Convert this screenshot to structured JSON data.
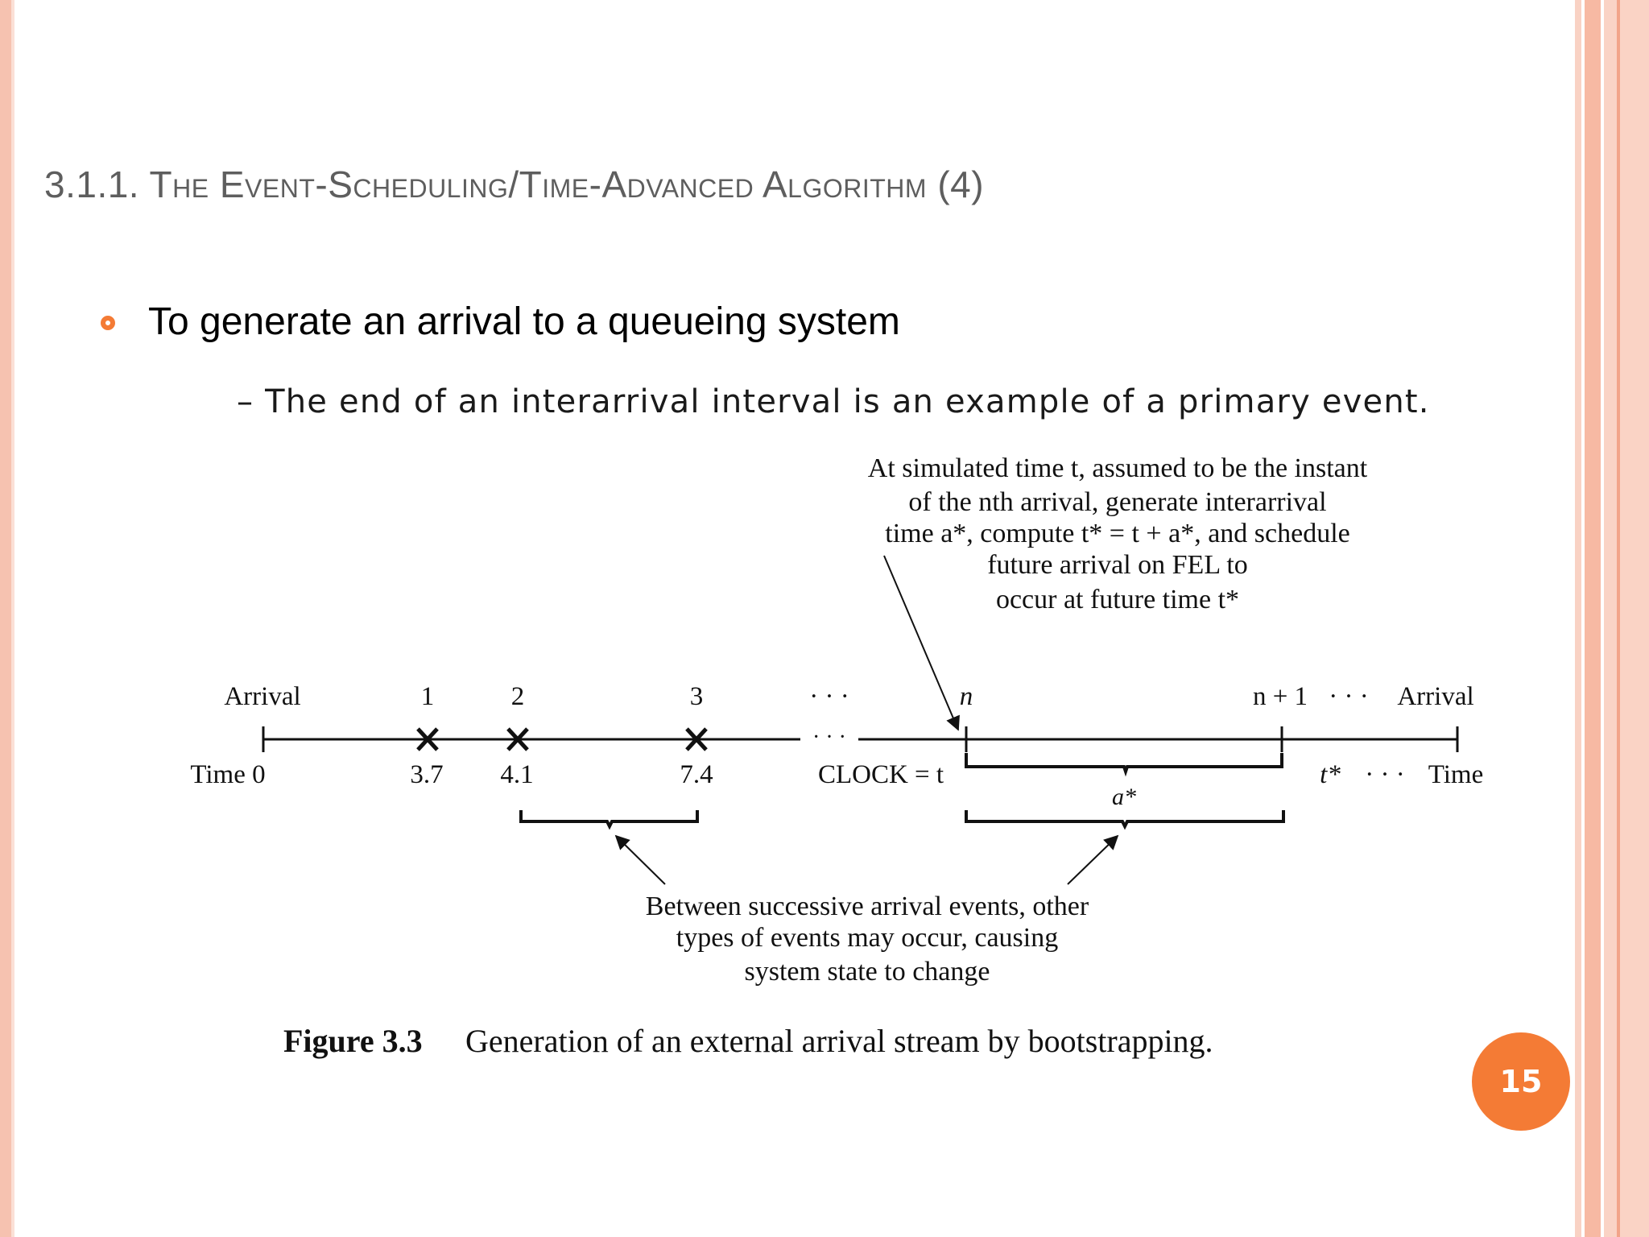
{
  "slide": {
    "title": "3.1.1. The Event-Scheduling/Time-Advanced Algorithm (4)",
    "bullet": "To generate an arrival to a queueing system",
    "sub_bullet": "– The end of an interarrival interval is an example of a primary event.",
    "page_number": "15"
  },
  "figure": {
    "annotation_top": [
      "At simulated time t, assumed to be the instant",
      "of the nth arrival, generate interarrival",
      "time a*, compute t* = t + a*, and schedule",
      "future arrival on FEL to",
      "occur at future time t*"
    ],
    "labels_above": {
      "arrival_left": "Arrival",
      "n1": "1",
      "n2": "2",
      "n3": "3",
      "dots_a": "· · ·",
      "n": "n",
      "n_plus_1": "n + 1",
      "dots_b": "· · ·",
      "arrival_right": "Arrival"
    },
    "labels_below": {
      "time0": "Time 0",
      "t1": "3.7",
      "t2": "4.1",
      "t3": "7.4",
      "clock": "CLOCK = t",
      "tstar": "t*",
      "dots_c": "· · ·",
      "time": "Time"
    },
    "a_star": "a*",
    "annotation_bottom": [
      "Between successive arrival events, other",
      "types of events may occur, causing",
      "system state to change"
    ],
    "caption_label": "Figure 3.3",
    "caption_text": "Generation of an external arrival stream by bootstrapping."
  }
}
